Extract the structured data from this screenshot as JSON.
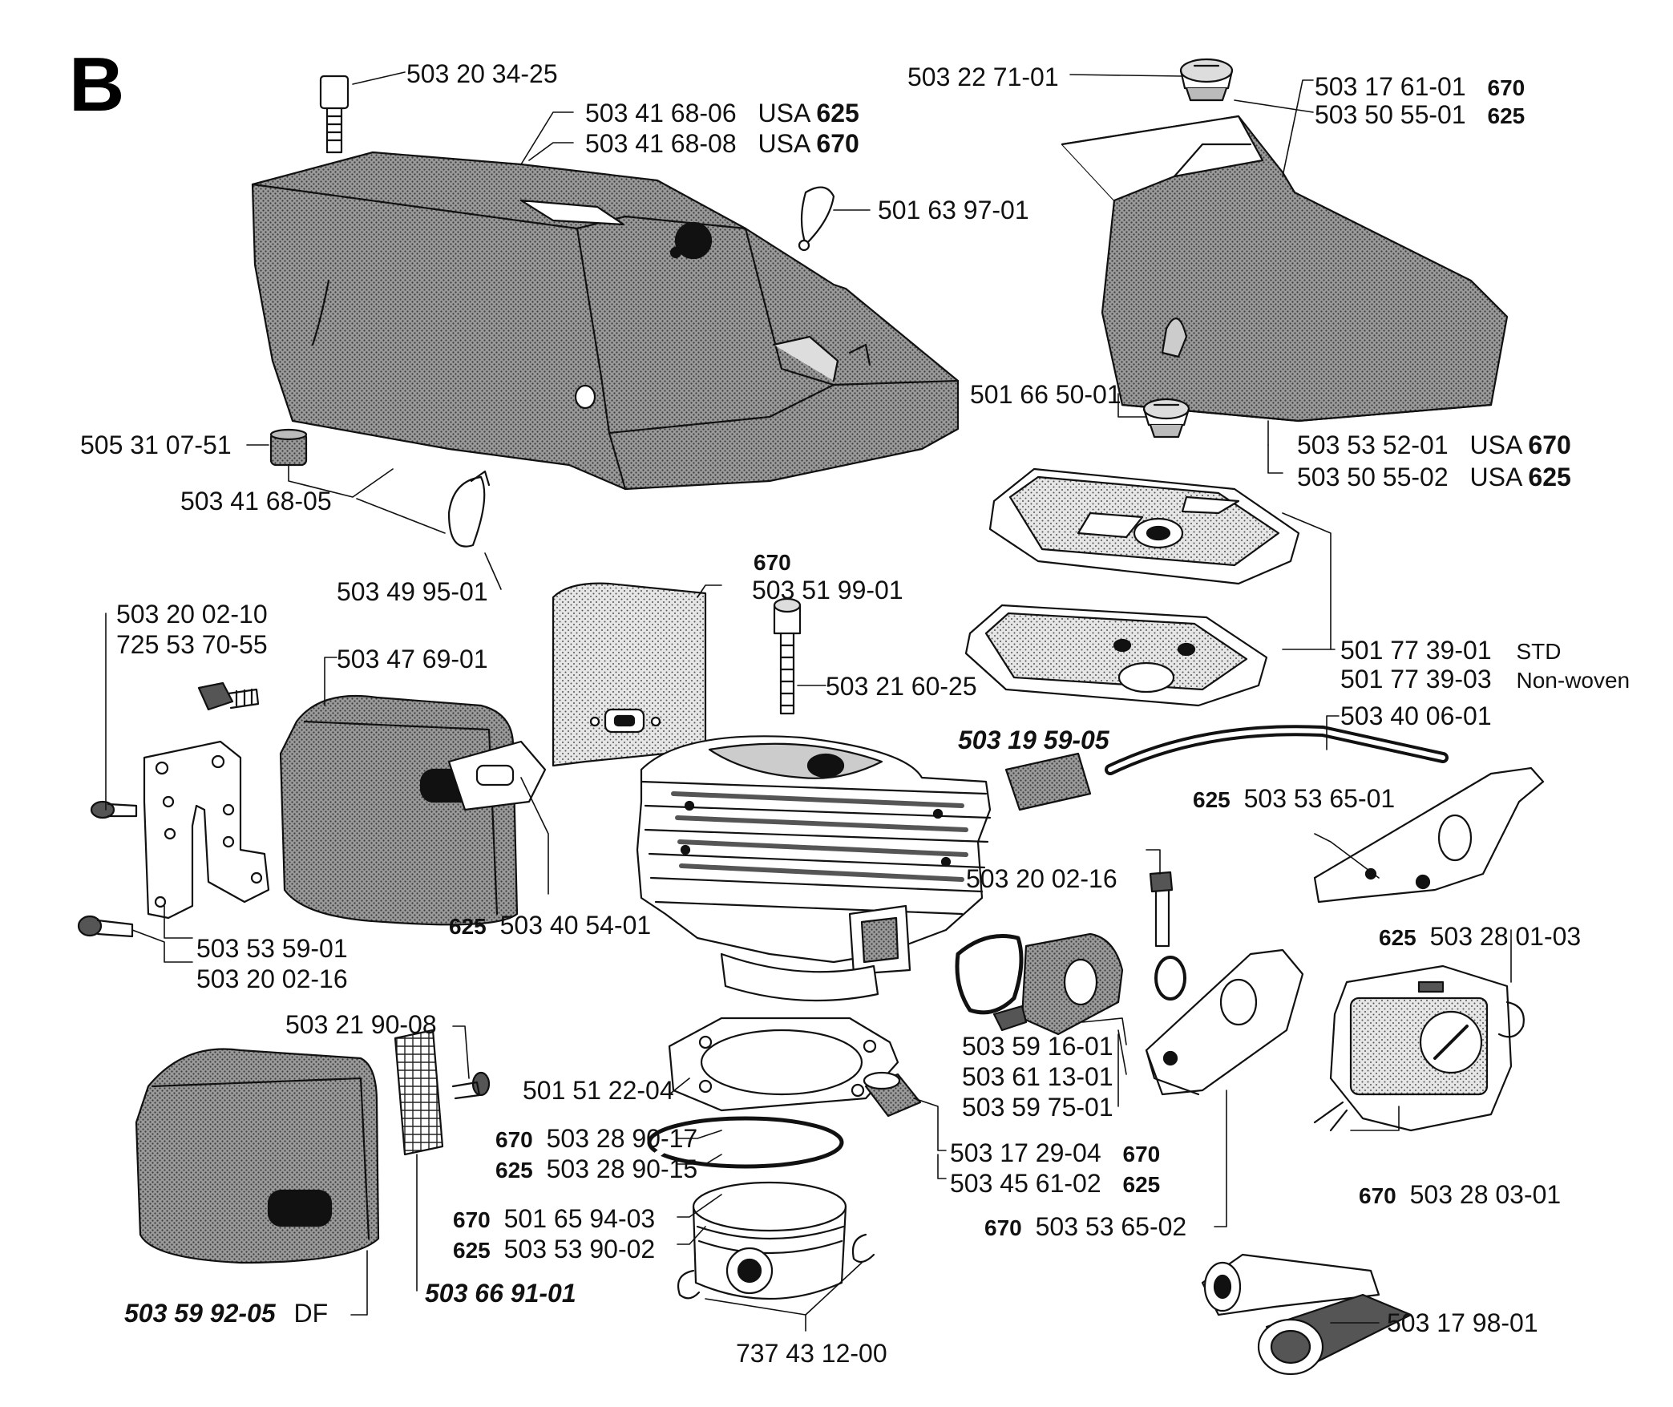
{
  "section_letter": "B",
  "colors": {
    "ink": "#111111",
    "part_fill": "#8f8f8f",
    "part_fill_light": "#d6d6d6",
    "background": "#ffffff"
  },
  "labels": [
    {
      "id": "screw-top-left",
      "text": "503 20 34-25"
    },
    {
      "id": "cover-625",
      "text": "503 41 68-06",
      "suffix_text": "USA",
      "suffix_model": "625"
    },
    {
      "id": "cover-670",
      "text": "503 41 68-08",
      "suffix_text": "USA",
      "suffix_model": "670"
    },
    {
      "id": "grommet-small",
      "text": "501 63 97-01"
    },
    {
      "id": "sleeve",
      "text": "505 31 07-51"
    },
    {
      "id": "cover-assy",
      "text": "503 41 68-05"
    },
    {
      "id": "grommet-bottom",
      "text": "503 49 95-01"
    },
    {
      "id": "knob-top",
      "text": "503 22 71-01"
    },
    {
      "id": "filter-cover-670",
      "text": "503 17 61-01",
      "suffix_model": "670"
    },
    {
      "id": "filter-cover-625",
      "text": "503 50 55-01",
      "suffix_model": "625"
    },
    {
      "id": "knob-filter",
      "text": "501 66 50-01"
    },
    {
      "id": "filter-cover-usa-670",
      "text": "503 53 52-01",
      "suffix_text": "USA",
      "suffix_model": "670"
    },
    {
      "id": "filter-cover-usa-625",
      "text": "503 50 55-02",
      "suffix_text": "USA",
      "suffix_model": "625"
    },
    {
      "id": "air-filter-std",
      "text": "501 77 39-01",
      "suffix_text": "STD"
    },
    {
      "id": "air-filter-nonwoven",
      "text": "501 77 39-03",
      "suffix_text": "Non-woven"
    },
    {
      "id": "shield-model",
      "text": "670"
    },
    {
      "id": "shield",
      "text": "503 51 99-01"
    },
    {
      "id": "cyl-screw",
      "text": "503 21 60-25"
    },
    {
      "id": "screw-muffler-1",
      "text": "503 20 02-10"
    },
    {
      "id": "screw-muffler-2",
      "text": "725 53 70-55"
    },
    {
      "id": "muffler",
      "text": "503 47 69-01"
    },
    {
      "id": "muffler-gasket",
      "text": "503 40 54-01",
      "prefix_model": "625"
    },
    {
      "id": "bracket",
      "text": "503 53 59-01"
    },
    {
      "id": "bracket-screw",
      "text": "503 20 02-16"
    },
    {
      "id": "fuel-filter",
      "text": "503 19 59-05"
    },
    {
      "id": "fuel-hose",
      "text": "503 40 06-01"
    },
    {
      "id": "intake-625",
      "text": "503 53 65-01",
      "prefix_model": "625"
    },
    {
      "id": "intake-screw",
      "text": "503 20 02-16"
    },
    {
      "id": "carb-625",
      "text": "503 28 01-03",
      "prefix_model": "625"
    },
    {
      "id": "carb-670",
      "text": "503 28 03-01",
      "prefix_model": "670"
    },
    {
      "id": "spark-screen-screw",
      "text": "503 21 90-08"
    },
    {
      "id": "cyl-gasket",
      "text": "501 51 22-04"
    },
    {
      "id": "intake-boot-1",
      "text": "503 59 16-01"
    },
    {
      "id": "intake-boot-2",
      "text": "503 61 13-01"
    },
    {
      "id": "intake-boot-3",
      "text": "503 59 75-01"
    },
    {
      "id": "ring-670",
      "text": "503 28 90-17",
      "prefix_model": "670"
    },
    {
      "id": "ring-625",
      "text": "503 28 90-15",
      "prefix_model": "625"
    },
    {
      "id": "bearing-670",
      "text": "503 17 29-04",
      "suffix_model": "670"
    },
    {
      "id": "bearing-625",
      "text": "503 45 61-02",
      "suffix_model": "625"
    },
    {
      "id": "piston-670",
      "text": "501 65 94-03",
      "prefix_model": "670"
    },
    {
      "id": "piston-625",
      "text": "503 53 90-02",
      "prefix_model": "625"
    },
    {
      "id": "intake-670",
      "text": "503 53 65-02",
      "prefix_model": "670"
    },
    {
      "id": "muffler-df",
      "text": "503 59 92-05",
      "suffix_text": "DF"
    },
    {
      "id": "spark-screen",
      "text": "503 66 91-01"
    },
    {
      "id": "cylinder-kit",
      "text": "737 43 12-00"
    },
    {
      "id": "tool",
      "text": "503 17 98-01"
    }
  ]
}
